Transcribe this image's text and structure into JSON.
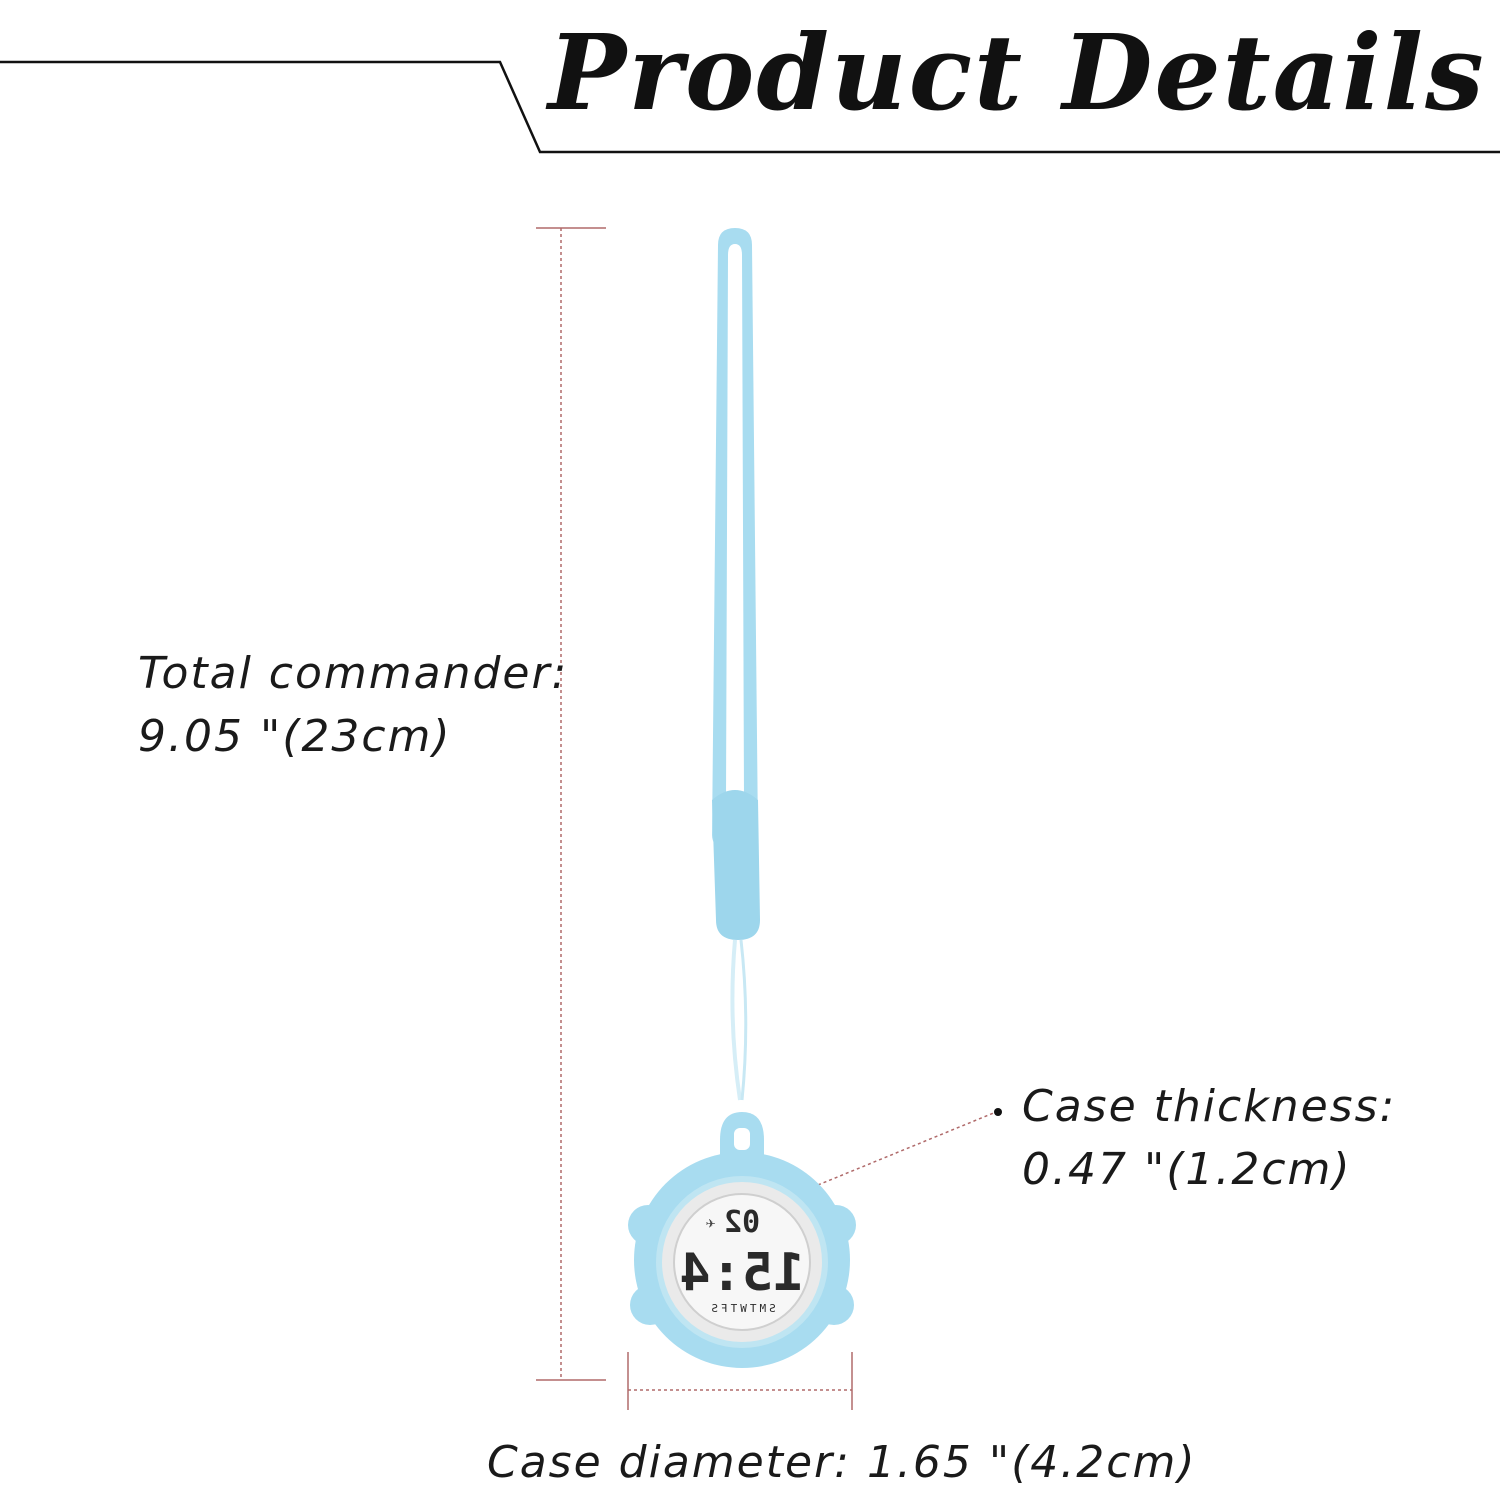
{
  "title": "Product Details",
  "dimensions": {
    "total_length": {
      "label": "Total commander:",
      "value": "9.05 \"(23cm)"
    },
    "case_thickness": {
      "label": "Case thickness:",
      "value": "0.47 \"(1.2cm)"
    },
    "case_diameter": {
      "label": "Case diameter: 1.65 \"(4.2cm)"
    }
  },
  "watch_display": {
    "top_digits": "02",
    "main_digits": "15:4",
    "weekdays": "SMTWTFS"
  },
  "colors": {
    "strap": "#a8dcf0",
    "measure_line": "#b06a6a",
    "text": "#1a1a1a"
  }
}
